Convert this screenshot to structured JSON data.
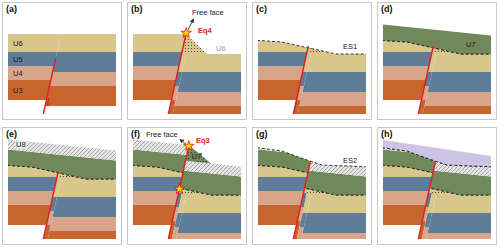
{
  "diagram": {
    "nodes": [
      {
        "text": [
          "(a)",
          "U6",
          "U5",
          "U4",
          "U3"
        ]
      },
      {
        "text": [
          "(b)",
          "Free face",
          "Eq4",
          "U6"
        ]
      },
      {
        "text": [
          "(c)",
          "ES1"
        ]
      },
      {
        "text": [
          "(d)",
          "U7"
        ]
      },
      {
        "text": [
          "(e)",
          "U8"
        ]
      },
      {
        "text": [
          "(f)",
          "Free face",
          "Eq3",
          "U7"
        ]
      },
      {
        "text": [
          "(g)",
          "ES2"
        ]
      },
      {
        "text": [
          "(h)"
        ]
      }
    ]
  }
}
